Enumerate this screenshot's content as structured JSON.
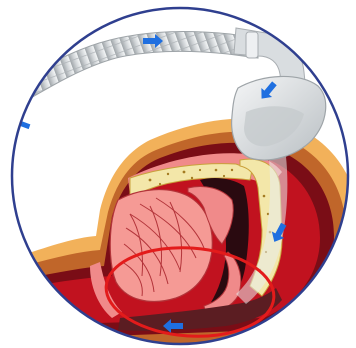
{
  "diagram": {
    "subject": "cpap-airway-cross-section",
    "colors": {
      "background": "#ffffff",
      "circle_border": "#2f3f8f",
      "hose": "#cfd3d6",
      "hose_shadow": "#9ea4a8",
      "mask": "#d9dde0",
      "skin_outer": "#f2b15a",
      "skin_mid": "#c0662a",
      "tissue_dark": "#7a0d16",
      "tissue_red": "#c1121f",
      "tissue_pink": "#f08a8a",
      "tongue": "#f59a95",
      "bone": "#f3e7a9",
      "airway_dark": "#2a0a10",
      "airway_shadow": "#5b1d22",
      "flow_arrow": "#1f6fe0",
      "highlight_ellipse": "#e31b1b"
    },
    "flow_arrows": [
      {
        "label": "hose-flow",
        "direction": "right"
      },
      {
        "label": "hose-entry",
        "direction": "left"
      },
      {
        "label": "mask-flow",
        "direction": "down-left"
      },
      {
        "label": "airway-flow",
        "direction": "down-left"
      },
      {
        "label": "trachea-flow",
        "direction": "left"
      }
    ],
    "highlight": {
      "shape": "ellipse",
      "marks": "obstructed-airway"
    }
  }
}
